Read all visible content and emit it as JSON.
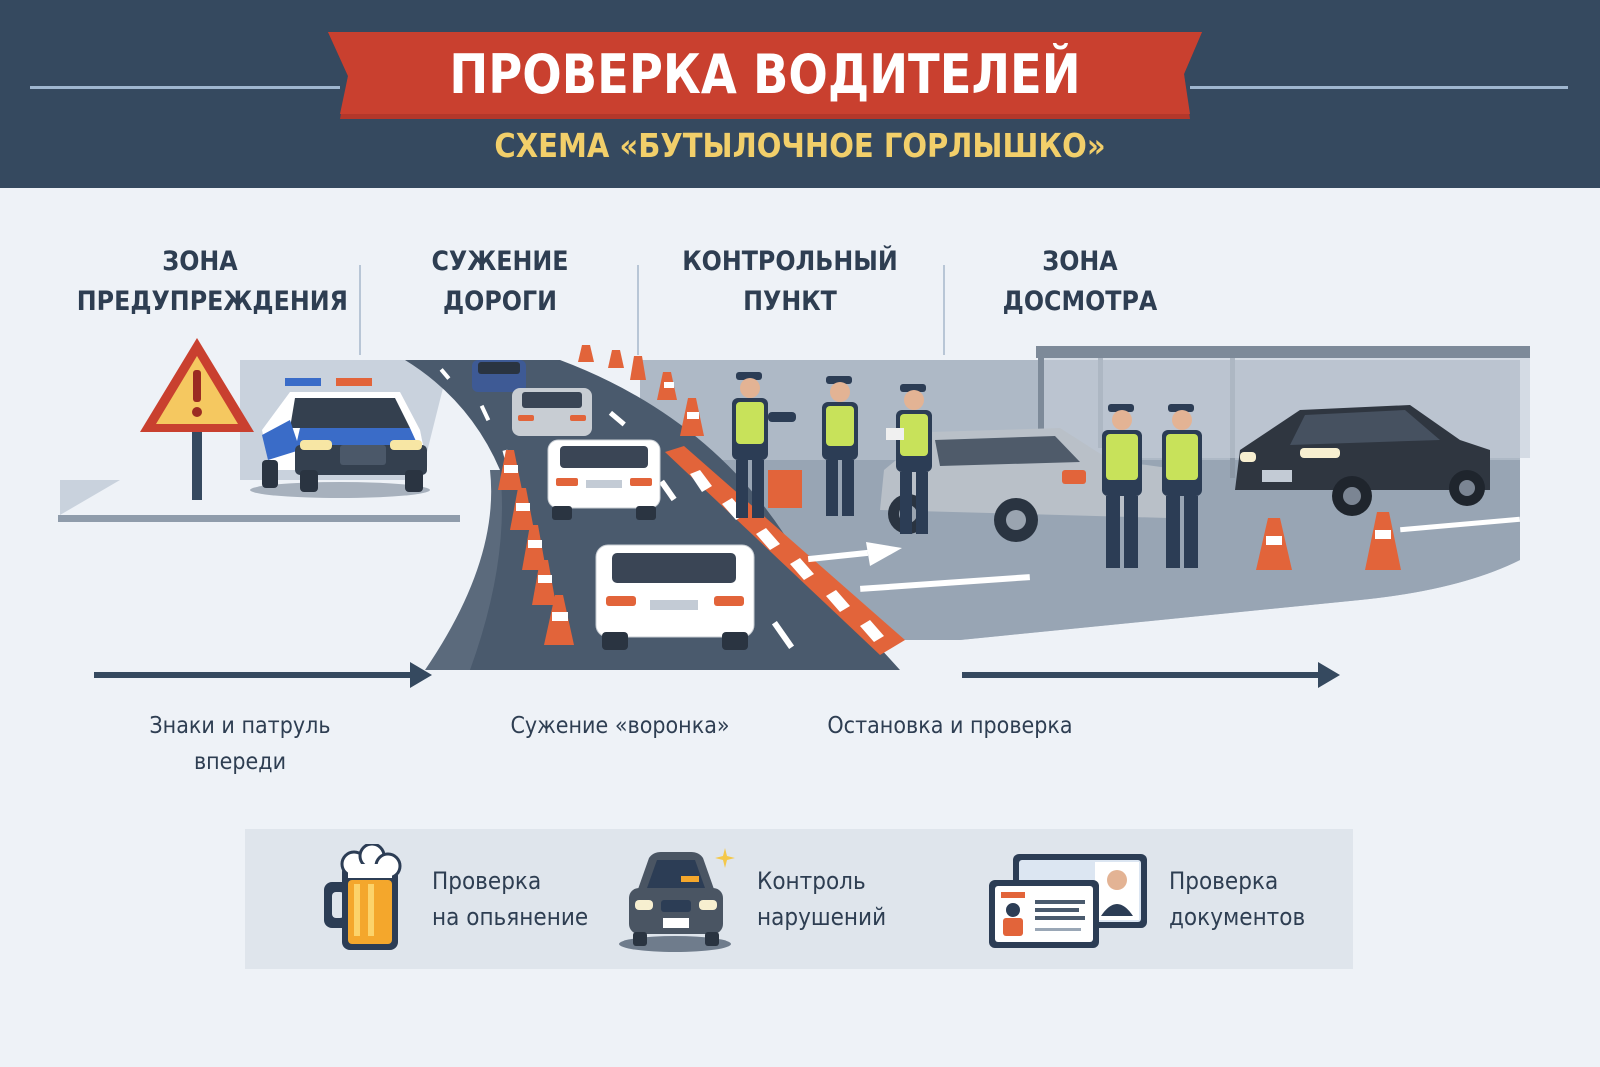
{
  "header": {
    "title": "ПРОВЕРКА ВОДИТЕЛЕЙ",
    "subtitle": "СХЕМА «БУТЫЛОЧНОЕ ГОРЛЫШКО»",
    "colors": {
      "background": "#35495f",
      "ribbon": "#c9402f",
      "subtitle": "#f2cf6a",
      "rule": "#9fb6cf"
    }
  },
  "zones": [
    {
      "line1": "ЗОНА",
      "line2": "ПРЕДУПРЕЖДЕНИЯ"
    },
    {
      "line1": "СУЖЕНИЕ",
      "line2": "ДОРОГИ"
    },
    {
      "line1": "КОНТРОЛЬНЫЙ",
      "line2": "ПУНКТ"
    },
    {
      "line1": "ЗОНА",
      "line2": "ДОСМОТРА"
    }
  ],
  "scene": {
    "icons": [
      "warning-sign-icon",
      "police-car-icon",
      "traffic-cone-icon",
      "car-icon",
      "barrier-icon",
      "police-officer-icon",
      "direction-arrow-icon",
      "canopy-icon"
    ],
    "colors": {
      "road": "#4a5a6d",
      "cone": "#e2643a",
      "vest": "#c8e25a",
      "uniform": "#2c3d55"
    }
  },
  "flow": {
    "captions": [
      {
        "line1": "Знаки и патруль",
        "line2": "впереди"
      },
      {
        "line1": "Сужение «воронка»",
        "line2": ""
      },
      {
        "line1": "Остановка и проверка",
        "line2": ""
      }
    ]
  },
  "features": [
    {
      "icon": "beer-mug-icon",
      "line1": "Проверка",
      "line2": "на опьянение"
    },
    {
      "icon": "car-front-icon",
      "line1": "Контроль",
      "line2": "нарушений"
    },
    {
      "icon": "id-documents-icon",
      "line1": "Проверка",
      "line2": "документов"
    }
  ]
}
